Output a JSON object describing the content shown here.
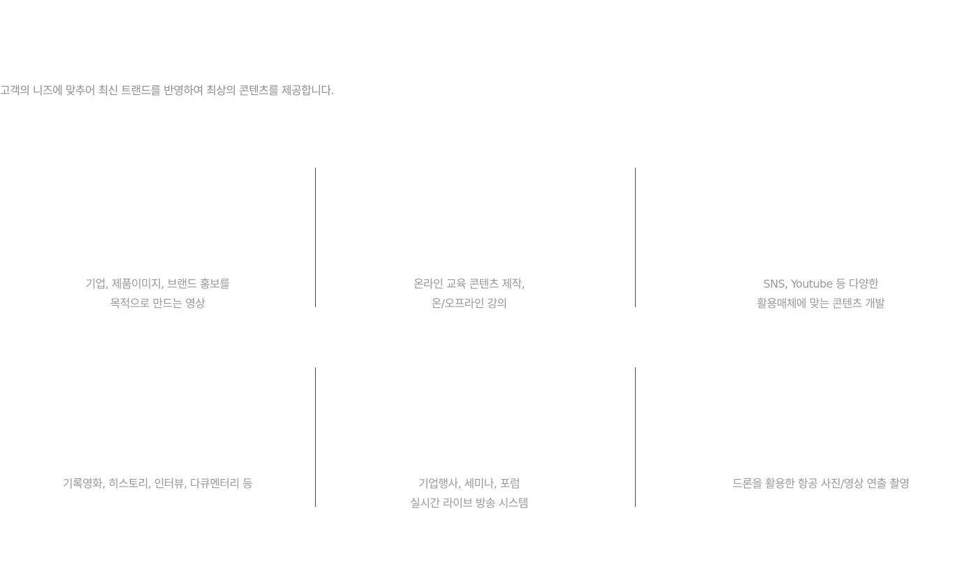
{
  "intro": "고객의 니즈에 맞추어 최신 트랜드를 반영하여 최상의 콘텐츠를 제공합니다.",
  "services": [
    {
      "line1": "기업, 제품이미지, 브랜드 홍보를",
      "line2": "목적으로 만드는 영상"
    },
    {
      "line1": "온라인 교육 콘텐츠 제작,",
      "line2": "온/오프라인 강의"
    },
    {
      "line1": "SNS, Youtube 등 다양한",
      "line2": "활용매체에 맞는 콘텐츠 개발"
    },
    {
      "line1": "기록영화, 히스토리, 인터뷰, 다큐멘터리 등",
      "line2": ""
    },
    {
      "line1": "기업행사, 세미나, 포럼",
      "line2": "실시간 라이브 방송 시스템"
    },
    {
      "line1": "드론을 활용한 항공 사진/영상 연출 촬영",
      "line2": ""
    }
  ]
}
